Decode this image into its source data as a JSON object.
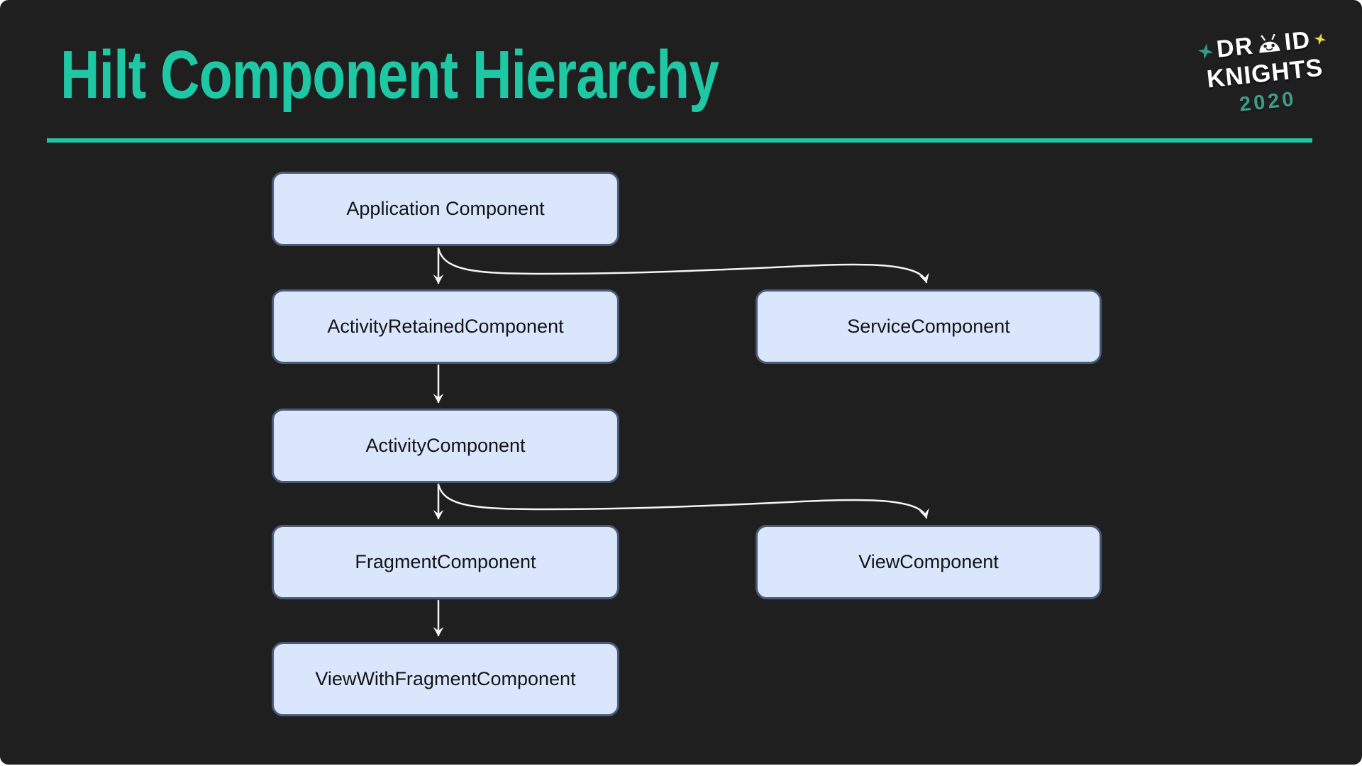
{
  "slide": {
    "title": "Hilt Component Hierarchy"
  },
  "logo": {
    "word1": "DROID",
    "word1_left": "DR",
    "word1_right": "ID",
    "word2": "KNIGHTS",
    "year": "2020",
    "icons": [
      "sparkle-teal-icon",
      "android-head-icon",
      "sparkle-yellow-icon"
    ]
  },
  "diagram": {
    "nodes": [
      {
        "id": "application",
        "label": "Application Component"
      },
      {
        "id": "activity_retained",
        "label": "ActivityRetainedComponent"
      },
      {
        "id": "service",
        "label": "ServiceComponent"
      },
      {
        "id": "activity",
        "label": "ActivityComponent"
      },
      {
        "id": "fragment",
        "label": "FragmentComponent"
      },
      {
        "id": "view",
        "label": "ViewComponent"
      },
      {
        "id": "view_with_fragment",
        "label": "ViewWithFragmentComponent"
      }
    ],
    "edges": [
      {
        "from": "application",
        "to": "activity_retained"
      },
      {
        "from": "application",
        "to": "service"
      },
      {
        "from": "activity_retained",
        "to": "activity"
      },
      {
        "from": "activity",
        "to": "fragment"
      },
      {
        "from": "activity",
        "to": "view"
      },
      {
        "from": "fragment",
        "to": "view_with_fragment"
      }
    ]
  },
  "colors": {
    "background": "#1f1f1f",
    "accent": "#1fc8a5",
    "box_fill": "#d9e6fc",
    "box_border": "#4a5a78",
    "box_text": "#141414",
    "arrow": "#f5f5f5",
    "logo_text": "#ffffff",
    "logo_year": "#3f9c8a",
    "sparkle_teal": "#2f9e88",
    "sparkle_yellow": "#eed649"
  }
}
